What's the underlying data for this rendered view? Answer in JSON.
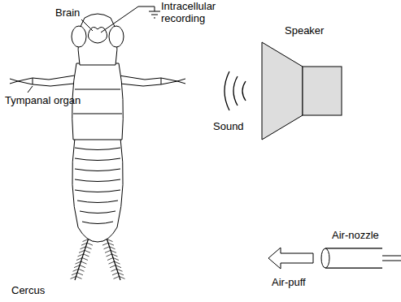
{
  "diagram": {
    "labels": [
      "Brain",
      "Intracellular recording",
      "Tympanal organ",
      "Speaker",
      "Sound",
      "Air-nozzle",
      "Air-puff",
      "Cercus"
    ]
  }
}
